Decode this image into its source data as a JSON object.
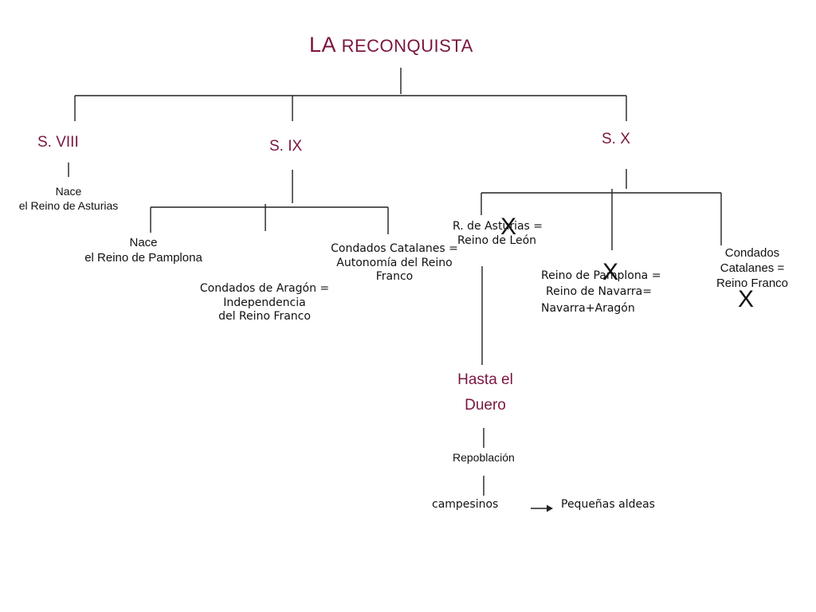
{
  "title": {
    "prefix": "LA",
    "rest": "RECONQUISTA"
  },
  "centuries": {
    "s8": "S. VIII",
    "s9": "S. IX",
    "s10": "S. X"
  },
  "s8": {
    "line1": "Nace",
    "line2": "el Reino de Asturias"
  },
  "s9": {
    "pamplona": {
      "line1": "Nace",
      "line2": "el Reino de Pamplona"
    },
    "aragon": {
      "line1": "Condados de Aragón =",
      "line2": "Independencia",
      "line3": "del Reino Franco"
    },
    "catalanes": {
      "line1": "Condados Catalanes =",
      "line2": "Autonomía del Reino",
      "line3": "Franco"
    }
  },
  "s10": {
    "asturias": {
      "line1": "R. de Asturias =",
      "line2": "Reino de León"
    },
    "pamplona": {
      "line1": "Reino de Pamplona =",
      "line2": "Reino de Navarra=",
      "line3": "Navarra+Aragón"
    },
    "catalanes": {
      "line1": "Condados",
      "line2": "Catalanes =",
      "line3": "Reino Franco"
    },
    "cross_mark": "X"
  },
  "duero": {
    "line1": "Hasta el",
    "line2": "Duero"
  },
  "repoblacion": "Repoblación",
  "campesinos": "campesinos",
  "aldeas": "Pequeñas aldeas",
  "colors": {
    "accent": "#7a1640",
    "line": "#222222"
  }
}
